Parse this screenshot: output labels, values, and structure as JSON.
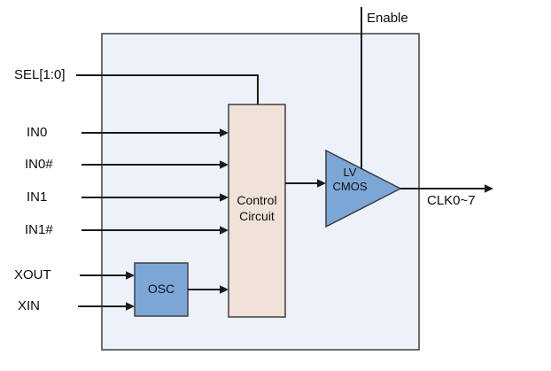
{
  "diagram": {
    "inputs": {
      "enable": "Enable",
      "sel": "SEL[1:0]",
      "in0": "IN0",
      "in0b": "IN0#",
      "in1": "IN1",
      "in1b": "IN1#",
      "xout": "XOUT",
      "xin": "XIN"
    },
    "blocks": {
      "osc": "OSC",
      "control": "Control\nCircuit",
      "buffer": "LV\nCMOS"
    },
    "output": {
      "clk": "CLK0~7"
    },
    "colors": {
      "outer_fill": "#edf2fa",
      "block_tan": "#f1e1d8",
      "block_blue": "#7ba6d6",
      "line": "#1a1a1a",
      "border": "#3f3f3f"
    }
  }
}
